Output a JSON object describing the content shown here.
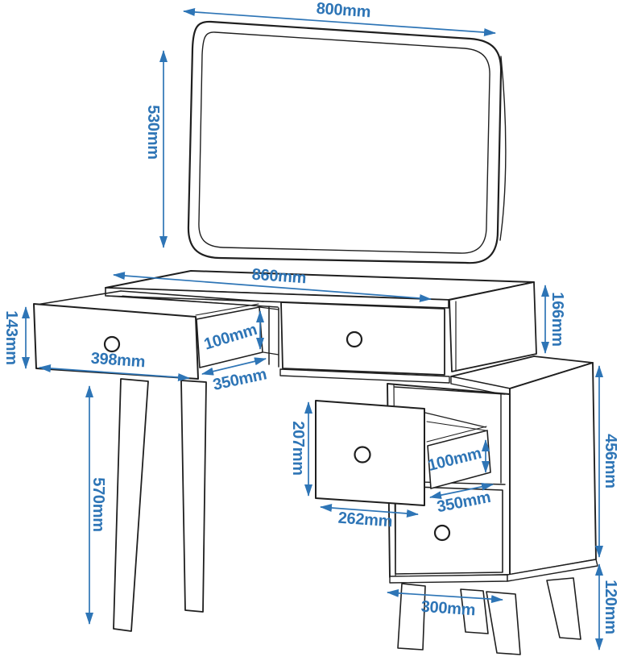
{
  "diagram": {
    "type": "furniture-technical-drawing",
    "subject": "dressing table with mirror, two open drawers and side cabinet",
    "units": "mm",
    "colors": {
      "dimension": "#2E75B6",
      "outline": "#1F1F1F",
      "background": "#FFFFFF"
    },
    "dimensions": {
      "mirror_width": "800mm",
      "mirror_height": "530mm",
      "tabletop_width": "860mm",
      "top_drawer_front_height": "143mm",
      "top_drawer_front_width": "398mm",
      "top_drawer_box_height": "100mm",
      "top_drawer_depth": "350mm",
      "right_panel_height": "166mm",
      "table_leg_height": "570mm",
      "bottom_drawer_front_height": "207mm",
      "bottom_drawer_front_width": "262mm",
      "bottom_drawer_box_height": "100mm",
      "bottom_drawer_depth": "350mm",
      "cabinet_height": "456mm",
      "cabinet_leg_height": "120mm",
      "cabinet_leg_spacing": "300mm"
    }
  }
}
